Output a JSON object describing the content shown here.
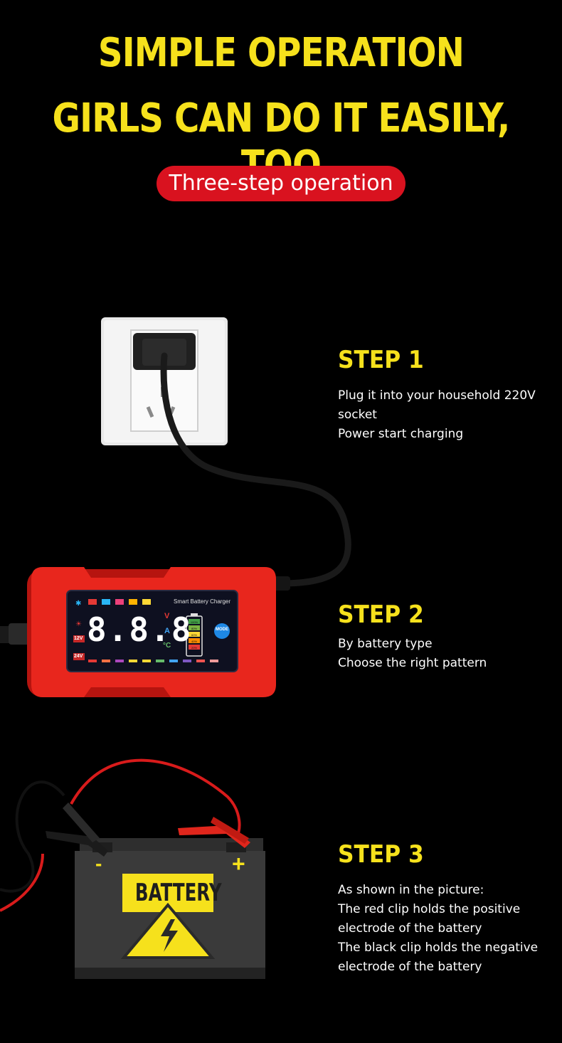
{
  "headline": {
    "line1": "SIMPLE OPERATION",
    "line2": "GIRLS CAN DO IT EASILY, TOO"
  },
  "badge": "Three-step operation",
  "steps": [
    {
      "title": "STEP 1",
      "lines": [
        "Plug it into your household 220V",
        "socket",
        "Power start charging"
      ]
    },
    {
      "title": "STEP 2",
      "lines": [
        "By battery type",
        "Choose the right pattern"
      ]
    },
    {
      "title": "STEP 3",
      "lines": [
        "As shown in the picture:",
        "The red clip holds the positive",
        "electrode of the battery",
        "The black clip holds the negative",
        "electrode of the battery"
      ]
    }
  ],
  "charger": {
    "brand_text": "Smart Battery Charger",
    "display_digits": "8.8.8",
    "unit_v": "V",
    "unit_a": "A",
    "unit_c": "°C",
    "volt_12": "12V",
    "volt_24": "24V",
    "mode_label": "MODE",
    "level_labels": [
      "100%",
      "80%",
      "60%",
      "40%",
      "20%"
    ]
  },
  "battery": {
    "label": "BATTERY",
    "minus": "-",
    "plus": "+"
  },
  "colors": {
    "accent_yellow": "#f6e11c",
    "badge_red": "#d9121f",
    "charger_red": "#e8261d"
  }
}
